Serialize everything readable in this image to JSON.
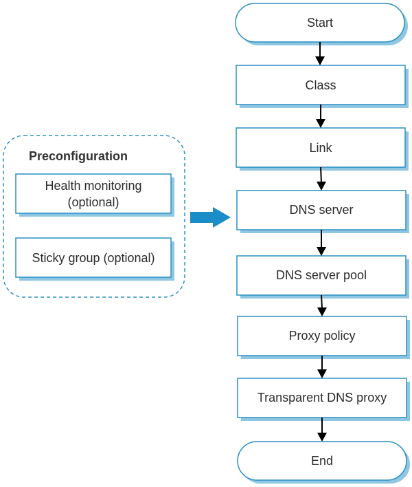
{
  "preconfiguration": {
    "title": "Preconfiguration",
    "items": [
      {
        "lines": [
          "Health monitoring",
          "(optional)"
        ]
      },
      {
        "lines": [
          "Sticky group (optional)"
        ]
      }
    ]
  },
  "flow": {
    "steps": [
      "Start",
      "Class",
      "Link",
      "DNS server",
      "DNS server pool",
      "Proxy policy",
      "Transparent DNS proxy",
      "End"
    ]
  },
  "colors": {
    "box_border": "#2a8fc4",
    "box_shadow": "#8fc7e3",
    "group_border": "#2a8fc4",
    "big_arrow": "#1a8cc7",
    "flow_arrow": "#000000"
  }
}
